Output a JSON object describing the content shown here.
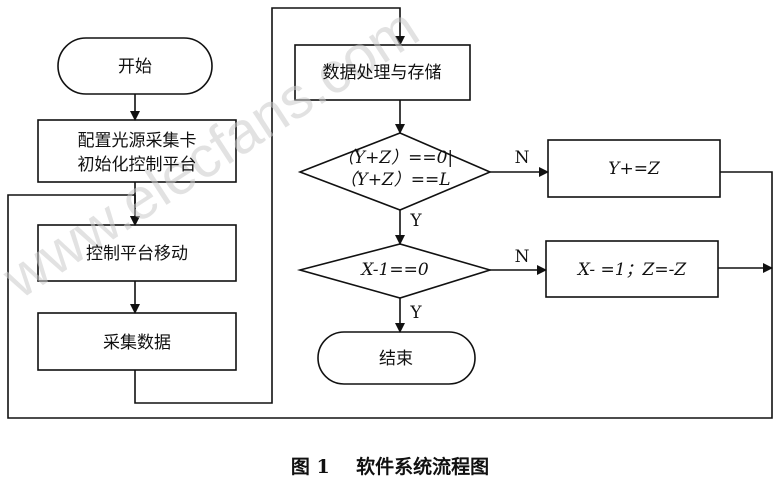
{
  "nodes": {
    "start": "开始",
    "init_line1": "配置光源采集卡",
    "init_line2": "初始化控制平台",
    "move": "控制平台移动",
    "collect": "采集数据",
    "process": "数据处理与存储",
    "cond1_line1": "（Y+Z）==0|",
    "cond1_line2": "（Y+Z）==L",
    "action1": "Y+=Z",
    "cond2": "X-1==0",
    "action2": "X- =1；Z=-Z",
    "end": "结束"
  },
  "labels": {
    "yes": "Y",
    "no": "N"
  },
  "watermark": "www.elecfans.com",
  "caption": "图 1    软件系统流程图"
}
